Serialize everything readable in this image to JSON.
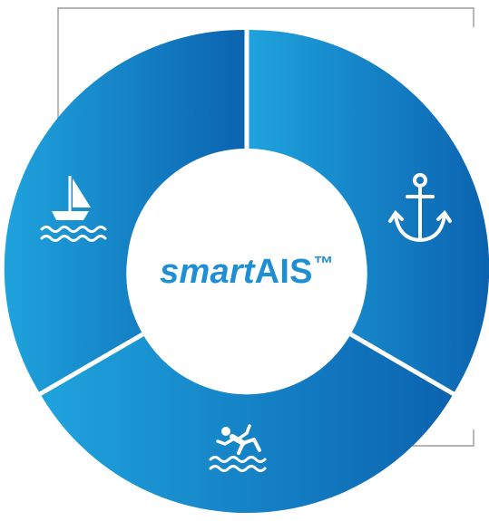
{
  "diagram": {
    "center_brand_italic": "smart",
    "center_brand_bold": "AIS",
    "center_trademark": "™",
    "segments": [
      {
        "id": "sailing",
        "icon": "sailboat-icon"
      },
      {
        "id": "anchored",
        "icon": "anchor-icon"
      },
      {
        "id": "man-overboard",
        "icon": "person-falling-in-water-icon"
      }
    ],
    "colors": {
      "gradient_light": "#1fa3dd",
      "gradient_dark": "#0b63b0",
      "center_text": "#1f8fd3",
      "connector_line": "#888888",
      "divider": "#ffffff"
    }
  }
}
